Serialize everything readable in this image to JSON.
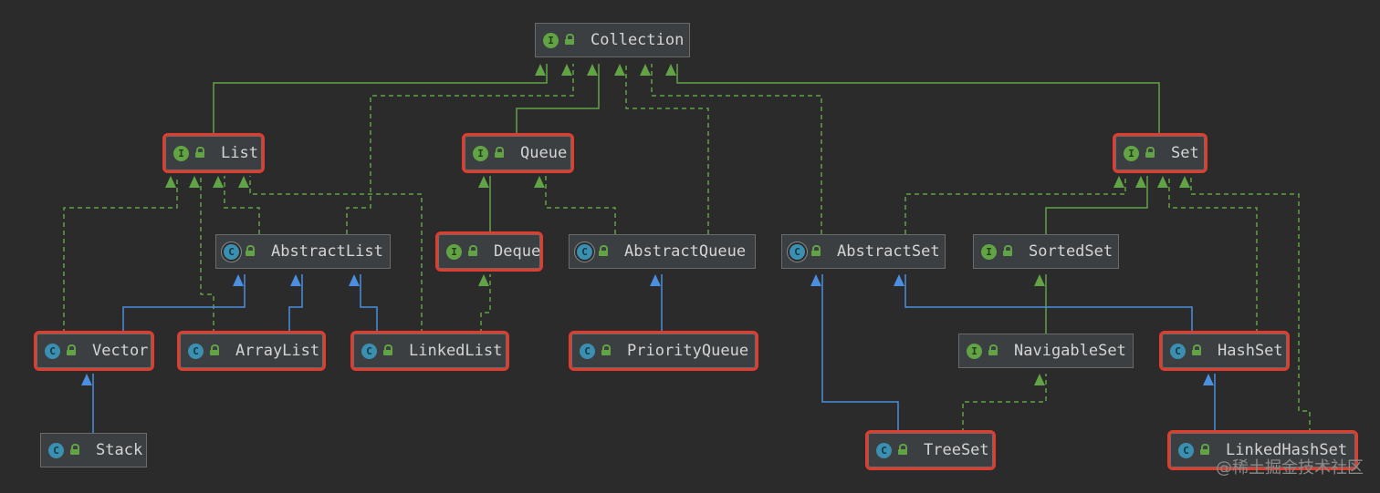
{
  "colors": {
    "background": "#2b2b2b",
    "interface_edge": "#62a346",
    "class_edge": "#4a8fe0",
    "highlight": "#e13d2f"
  },
  "nodes": [
    {
      "id": "collection",
      "label": "Collection",
      "kind": "interface",
      "highlighted": false
    },
    {
      "id": "list",
      "label": "List",
      "kind": "interface",
      "highlighted": true
    },
    {
      "id": "queue",
      "label": "Queue",
      "kind": "interface",
      "highlighted": true
    },
    {
      "id": "set",
      "label": "Set",
      "kind": "interface",
      "highlighted": true
    },
    {
      "id": "abstract-list",
      "label": "AbstractList",
      "kind": "abstract",
      "highlighted": false
    },
    {
      "id": "deque",
      "label": "Deque",
      "kind": "interface",
      "highlighted": true
    },
    {
      "id": "abstract-queue",
      "label": "AbstractQueue",
      "kind": "abstract",
      "highlighted": false
    },
    {
      "id": "abstract-set",
      "label": "AbstractSet",
      "kind": "abstract",
      "highlighted": false
    },
    {
      "id": "sorted-set",
      "label": "SortedSet",
      "kind": "interface",
      "highlighted": false
    },
    {
      "id": "vector",
      "label": "Vector",
      "kind": "class",
      "highlighted": true
    },
    {
      "id": "array-list",
      "label": "ArrayList",
      "kind": "class",
      "highlighted": true
    },
    {
      "id": "linked-list",
      "label": "LinkedList",
      "kind": "class",
      "highlighted": true
    },
    {
      "id": "priority-queue",
      "label": "PriorityQueue",
      "kind": "class",
      "highlighted": true
    },
    {
      "id": "navigable-set",
      "label": "NavigableSet",
      "kind": "interface",
      "highlighted": false
    },
    {
      "id": "hash-set",
      "label": "HashSet",
      "kind": "class",
      "highlighted": true
    },
    {
      "id": "stack",
      "label": "Stack",
      "kind": "class",
      "highlighted": false
    },
    {
      "id": "tree-set",
      "label": "TreeSet",
      "kind": "class",
      "highlighted": true
    },
    {
      "id": "linked-hash-set",
      "label": "LinkedHashSet",
      "kind": "class",
      "highlighted": true
    }
  ],
  "edges": [
    {
      "from": "list",
      "to": "collection",
      "type": "extends-interface"
    },
    {
      "from": "queue",
      "to": "collection",
      "type": "extends-interface"
    },
    {
      "from": "set",
      "to": "collection",
      "type": "extends-interface"
    },
    {
      "from": "abstract-list",
      "to": "collection",
      "type": "implements"
    },
    {
      "from": "abstract-queue",
      "to": "collection",
      "type": "implements"
    },
    {
      "from": "abstract-set",
      "to": "collection",
      "type": "implements"
    },
    {
      "from": "vector",
      "to": "list",
      "type": "implements"
    },
    {
      "from": "array-list",
      "to": "list",
      "type": "implements"
    },
    {
      "from": "abstract-list",
      "to": "list",
      "type": "implements"
    },
    {
      "from": "linked-list",
      "to": "list",
      "type": "implements"
    },
    {
      "from": "deque",
      "to": "queue",
      "type": "extends-interface"
    },
    {
      "from": "abstract-queue",
      "to": "queue",
      "type": "implements"
    },
    {
      "from": "linked-list",
      "to": "deque",
      "type": "implements"
    },
    {
      "from": "vector",
      "to": "abstract-list",
      "type": "extends-class"
    },
    {
      "from": "array-list",
      "to": "abstract-list",
      "type": "extends-class"
    },
    {
      "from": "linked-list",
      "to": "abstract-list",
      "type": "extends-class"
    },
    {
      "from": "priority-queue",
      "to": "abstract-queue",
      "type": "extends-class"
    },
    {
      "from": "stack",
      "to": "vector",
      "type": "extends-class"
    },
    {
      "from": "abstract-set",
      "to": "set",
      "type": "implements"
    },
    {
      "from": "sorted-set",
      "to": "set",
      "type": "extends-interface"
    },
    {
      "from": "hash-set",
      "to": "set",
      "type": "implements"
    },
    {
      "from": "linked-hash-set",
      "to": "set",
      "type": "implements"
    },
    {
      "from": "navigable-set",
      "to": "sorted-set",
      "type": "extends-interface"
    },
    {
      "from": "tree-set",
      "to": "navigable-set",
      "type": "implements"
    },
    {
      "from": "tree-set",
      "to": "abstract-set",
      "type": "extends-class"
    },
    {
      "from": "hash-set",
      "to": "abstract-set",
      "type": "extends-class"
    },
    {
      "from": "linked-hash-set",
      "to": "hash-set",
      "type": "extends-class"
    }
  ],
  "watermark": "@稀土掘金技术社区"
}
